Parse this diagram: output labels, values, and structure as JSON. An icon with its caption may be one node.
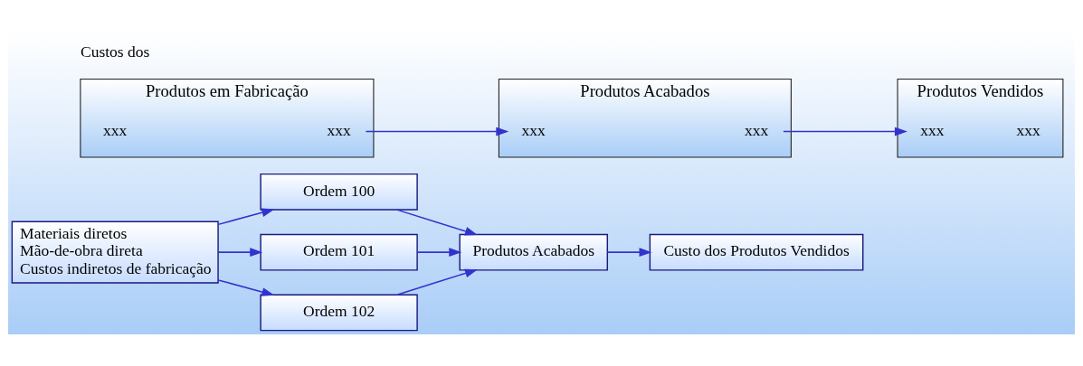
{
  "diagram": {
    "nodes": [
      {
        "text": [
          "Materiais diretos",
          "Mão-de-obra direta",
          "Custos indiretos de fabricação"
        ]
      },
      {
        "text": [
          "Ordem 100"
        ]
      },
      {
        "text": [
          "Ordem 101"
        ]
      },
      {
        "text": [
          "Ordem 102"
        ]
      },
      {
        "text": [
          "Produtos Acabados"
        ]
      },
      {
        "text": [
          "Custo dos Produtos Vendidos"
        ]
      },
      {
        "text": [
          "Produtos em Fabricação"
        ]
      },
      {
        "text": [
          "xxx"
        ],
        "in": 6
      },
      {
        "text": [
          "xxx"
        ],
        "in": 6
      },
      {
        "text": [
          "Produtos Acabados"
        ]
      },
      {
        "text": [
          "xxx"
        ],
        "in": 9
      },
      {
        "text": [
          "xxx"
        ],
        "in": 9
      },
      {
        "text": [
          "Produtos Vendidos"
        ]
      },
      {
        "text": [
          "xxx"
        ],
        "in": 12
      },
      {
        "text": [
          "xxx"
        ],
        "in": 12
      }
    ],
    "edges": [
      {
        "from": 0,
        "to": 1,
        "arrow": "to"
      },
      {
        "from": 0,
        "to": 2,
        "arrow": "to"
      },
      {
        "from": 0,
        "to": 3,
        "arrow": "to"
      },
      {
        "from": 1,
        "to": 4,
        "arrow": "to"
      },
      {
        "from": 2,
        "to": 4,
        "arrow": "to"
      },
      {
        "from": 3,
        "to": 4,
        "arrow": "to"
      },
      {
        "from": 4,
        "to": 5,
        "arrow": "to"
      },
      {
        "from": 8,
        "to": 10,
        "arrow": "to"
      },
      {
        "from": 11,
        "to": 13,
        "arrow": "to"
      }
    ],
    "labels": [
      "Custos dos"
    ]
  }
}
